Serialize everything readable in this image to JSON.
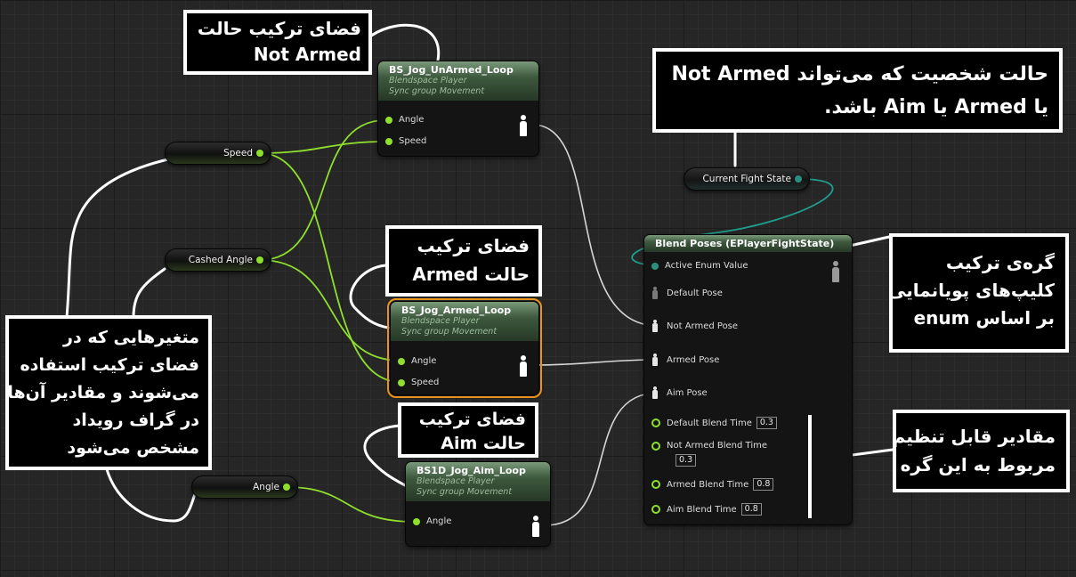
{
  "nodes": {
    "unarmed": {
      "title": "BS_Jog_UnArmed_Loop",
      "subtitle1": "Blendspace Player",
      "subtitle2": "Sync group Movement",
      "pins": [
        "Angle",
        "Speed"
      ]
    },
    "armed": {
      "title": "BS_Jog_Armed_Loop",
      "subtitle1": "Blendspace Player",
      "subtitle2": "Sync group Movement",
      "pins": [
        "Angle",
        "Speed"
      ]
    },
    "aim": {
      "title": "BS1D_Jog_Aim_Loop",
      "subtitle1": "Blendspace Player",
      "subtitle2": "Sync group Movement",
      "pins": [
        "Angle"
      ]
    },
    "blend": {
      "title": "Blend Poses (EPlayerFightState)",
      "active_enum": "Active Enum Value",
      "poses": [
        "Default Pose",
        "Not Armed Pose",
        "Armed Pose",
        "Aim Pose"
      ],
      "default_blend_label": "Default Blend Time",
      "default_blend_value": "0.3",
      "not_armed_blend_label": "Not Armed Blend Time",
      "not_armed_blend_value": "0.3",
      "armed_blend_label": "Armed Blend Time",
      "armed_blend_value": "0.8",
      "aim_blend_label": "Aim Blend Time",
      "aim_blend_value": "0.8"
    }
  },
  "variables": {
    "speed": "Speed",
    "cashed_angle": "Cashed Angle",
    "angle": "Angle",
    "fight_state": "Current Fight State"
  },
  "notes": {
    "not_armed": [
      "فضای ترکیب حالت",
      "Not Armed"
    ],
    "armed": [
      "فضای ترکیب",
      "حالت Armed"
    ],
    "aim": [
      "فضای ترکیب",
      "حالت Aim"
    ],
    "fight_state": [
      "حالت شخصیت که می‌تواند Not Armed",
      "یا Armed یا Aim باشد."
    ],
    "blend_poses": [
      "گره‌ی ترکیب",
      "کلیپ‌های پویانمایی",
      "بر اساس enum"
    ],
    "variables": [
      "متغیرهایی که در",
      "فضای ترکیب استفاده",
      "می‌شوند و مقادیر آن‌ها",
      "در گراف رویداد",
      "مشخص می‌شود"
    ],
    "blend_times": [
      "مقادیر قابل تنظیم",
      "مربوط به این گره"
    ]
  },
  "colors": {
    "float_wire": "#8ee02c",
    "pose_wire": "#d6d6d6",
    "enum_wire": "#1f9e8e",
    "selection": "#e8931e",
    "annotation": "#ffffff"
  }
}
